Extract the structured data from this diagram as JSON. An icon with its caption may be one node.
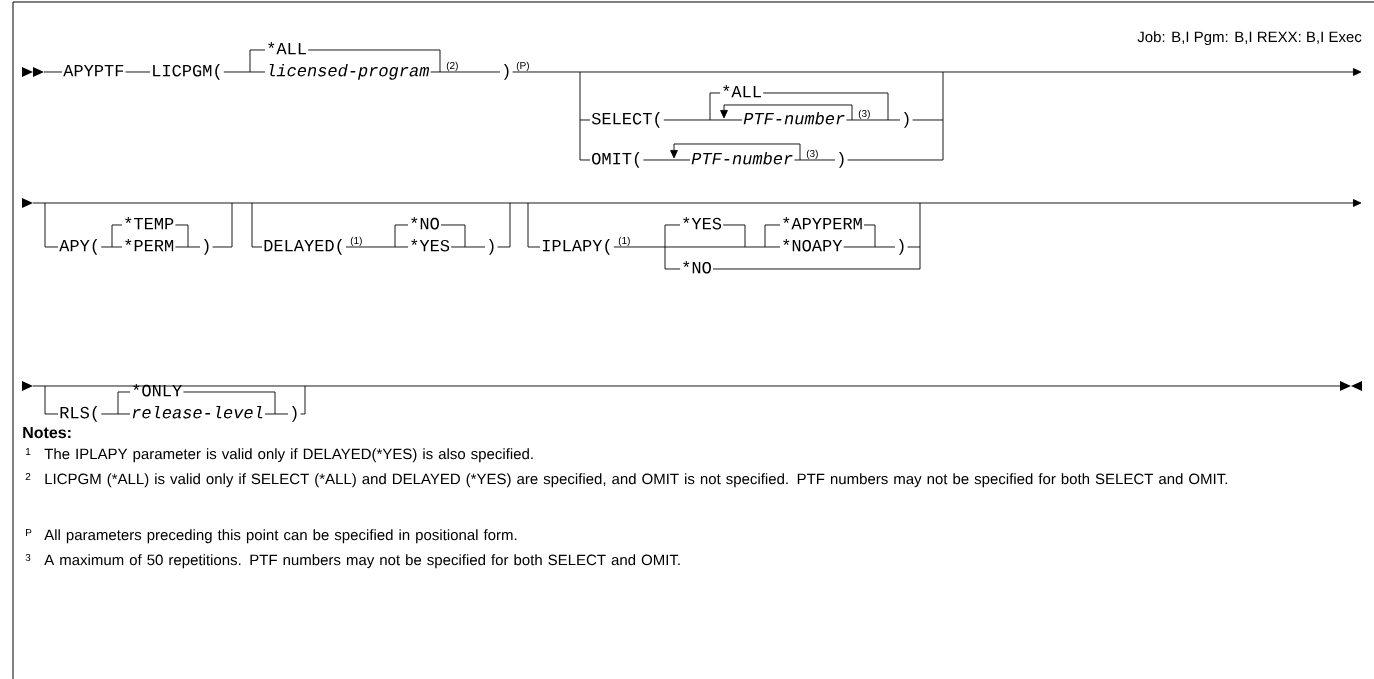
{
  "diagram": {
    "labels": [
      "Job: B,I Pgm: B,I REXX: B,I Exec",
      "APYPTF",
      "LICPGM(",
      "*ALL",
      "licensed-program",
      "(2)",
      ")",
      "(P)",
      "*ALL",
      "SELECT(",
      "PTF-number",
      "(3)",
      ")",
      "OMIT(",
      "PTF-number",
      "(3)",
      ")",
      "*TEMP",
      "APY(",
      "*PERM",
      ")",
      "*NO",
      "DELAYED(",
      "(1)",
      "*YES",
      ")",
      "*YES",
      "*APYPERM",
      "IPLAPY(",
      "(1)",
      "*NOAPY",
      ")",
      "*NO",
      "*ONLY",
      "RLS(",
      "release-level",
      ")",
      "Notes:",
      "1",
      "The IPLAPY parameter is valid only if DELAYED(*YES) is also specified.",
      "2",
      "LICPGM (*ALL) is valid only if SELECT (*ALL) and DELAYED (*YES) are specified, and OMIT is not specified. PTF numbers may not be specified for both SELECT and OMIT.",
      "P",
      "All parameters preceding this point can be specified in positional form.",
      "3",
      "A maximum of 50 repetitions. PTF numbers may not be specified for both SELECT and OMIT."
    ]
  }
}
